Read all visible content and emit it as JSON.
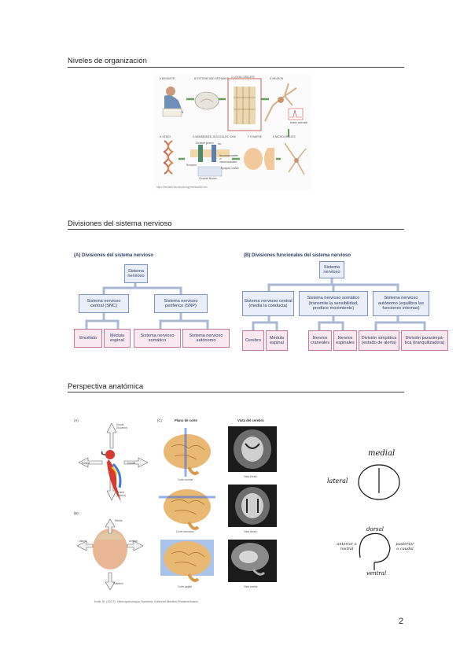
{
  "sections": [
    {
      "title": "Niveles de organización"
    },
    {
      "title": "Divisiones del sistema nervioso"
    },
    {
      "title": "Perspectiva anatómica"
    }
  ],
  "fig1": {
    "labels": {
      "behavior": "A  BEHAVIOR",
      "systems": "B  SYSTEMS AND PATHWAYS",
      "local": "C  LOCAL CIRCUITS",
      "neuron": "D  NEURON",
      "genes": "H  GENES",
      "membranes": "G  MEMBRANES, MOLECULES, IONS",
      "synapse": "F  SYNAPSE",
      "micro": "E  MICROCIRCUITS",
      "action": "Action potential",
      "channel": "Channel protein",
      "neurotrans": "Neurotransmitter or neuromodulator",
      "vesicle": "Synaptic vesicle",
      "receptor": "Receptor",
      "ion": "Ion",
      "channel_block": "Channel blocker"
    },
    "source": "https://dectarfs.info/physiology/medical36.htm"
  },
  "fig2": {
    "a_title": "(A) Divisiones del sistema nervioso",
    "b_title": "(B) Divisiones funcionales del sistema nervioso",
    "a_root": "Sistema nervioso",
    "a_snc": "Sistema nervioso central (SNC)",
    "a_snp": "Sistema nervioso periférico (SNP)",
    "a_leaves": [
      "Encéfalo",
      "Médula espinal",
      "Sistema nervioso somático",
      "Sistema nervioso autónomo"
    ],
    "b_root": "Sistema nervioso",
    "b_mid": [
      "Sistema nervioso central (media la conducta)",
      "Sistema nervioso somático (transmite la sensibilidad, produce movimiento)",
      "Sistema nervioso autónomo (equilibra las funciones internas)"
    ],
    "b_leaves": [
      "Cerebro",
      "Médula espinal",
      "Nervios craneales",
      "Nervios espinales",
      "División simpática (estado de alerta)",
      "División parasimpá- tica (tranquilizadora)"
    ]
  },
  "fig3": {
    "a_label": "(A)",
    "b_label": "(B)",
    "c_label": "(C)",
    "plano": "Plano de corte",
    "vista": "Vista del cerebro",
    "dirs": {
      "dorsal": "Dorsal (Superior)",
      "rostral": "Rostral",
      "caudal": "Caudal",
      "ventral": "Ventral (Inferior)"
    },
    "dirs_b": {
      "medial": "Medial",
      "lateral": "Lateral",
      "anterior": "Anterior",
      "posterior": "Posterior"
    },
    "cuts": [
      "Corte coronal",
      "Corte horizontal",
      "Corte sagital"
    ],
    "views": [
      "Vista frontal",
      "Vista dorsal",
      "Vista medial"
    ],
    "citation": "Kolb, B. (2017). Neuropsicología Humana. Editorial Médica Panamericana."
  },
  "notes": {
    "medial": "medial",
    "lateral": "lateral",
    "dorsal": "dorsal",
    "anterior": "anterior o rostral",
    "posterior": "posterior o caudal",
    "ventral": "ventral"
  },
  "page_number": "2"
}
